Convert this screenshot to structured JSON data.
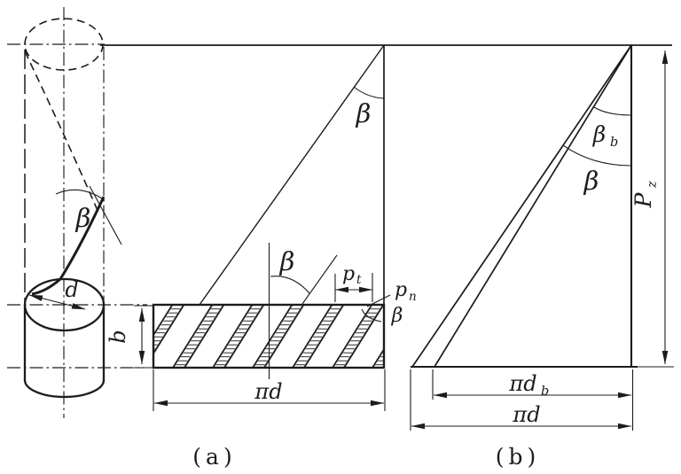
{
  "colors": {
    "ink": "#1c1c1c",
    "paper": "#ffffff"
  },
  "captions": {
    "a": "(a)",
    "b": "(b)"
  },
  "cylinder": {
    "helix_angle": "β",
    "diameter": "d"
  },
  "development_a": {
    "helix_angle_top": "β",
    "helix_angle_mid": "β",
    "helix_angle_edge": "β",
    "face_width": "b",
    "transverse_pitch_main": "p",
    "transverse_pitch_sub": "t",
    "normal_pitch_main": "p",
    "normal_pitch_sub": "n",
    "circumference": "πd"
  },
  "development_b": {
    "base_helix_angle_main": "β",
    "base_helix_angle_sub": "b",
    "helix_angle": "β",
    "lead_main": "P",
    "lead_sub": "z",
    "base_circumference_main": "πd",
    "base_circumference_sub": "b",
    "circumference": "πd"
  }
}
